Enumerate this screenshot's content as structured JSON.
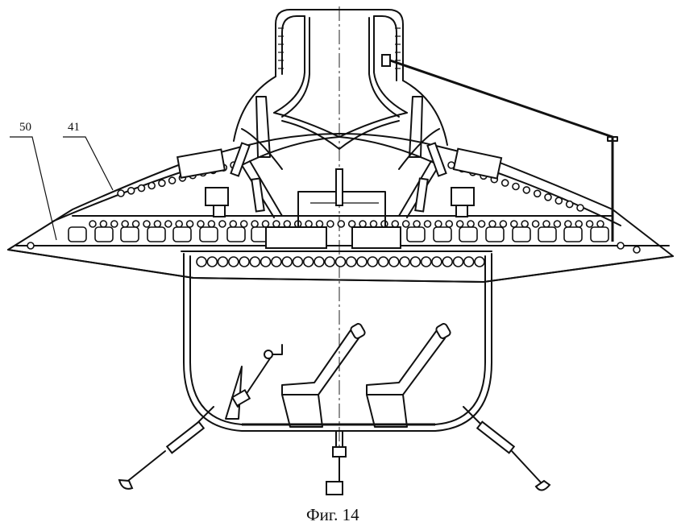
{
  "figure": {
    "caption": "Фиг. 14",
    "ref_labels": [
      {
        "id": "50",
        "text": "50"
      },
      {
        "id": "41",
        "text": "41"
      }
    ]
  }
}
